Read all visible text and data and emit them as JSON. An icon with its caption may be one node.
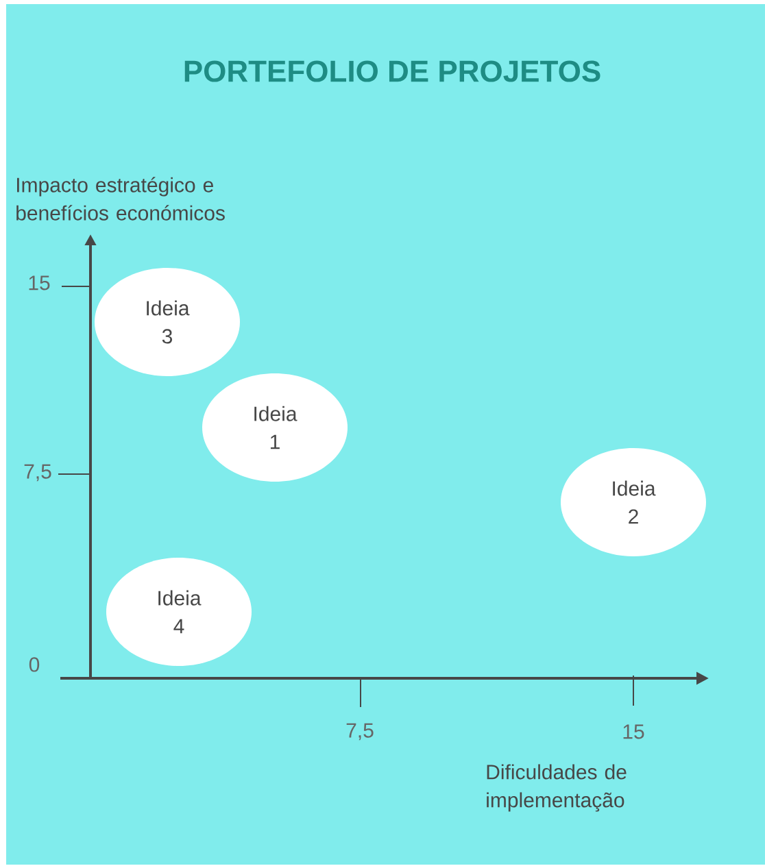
{
  "diagram": {
    "title": "PORTEFOLIO DE PROJETOS",
    "nodes": [
      {
        "text": [
          "Ideia 3"
        ]
      },
      {
        "text": [
          "Ideia 1"
        ]
      },
      {
        "text": [
          "Ideia 2"
        ]
      },
      {
        "text": [
          "Ideia 4"
        ]
      }
    ],
    "labels": [
      "Impacto estratégico e benefícios económicos",
      "15",
      "7,5",
      "0",
      "7,5",
      "15",
      "Dificuldades de implementação"
    ]
  }
}
